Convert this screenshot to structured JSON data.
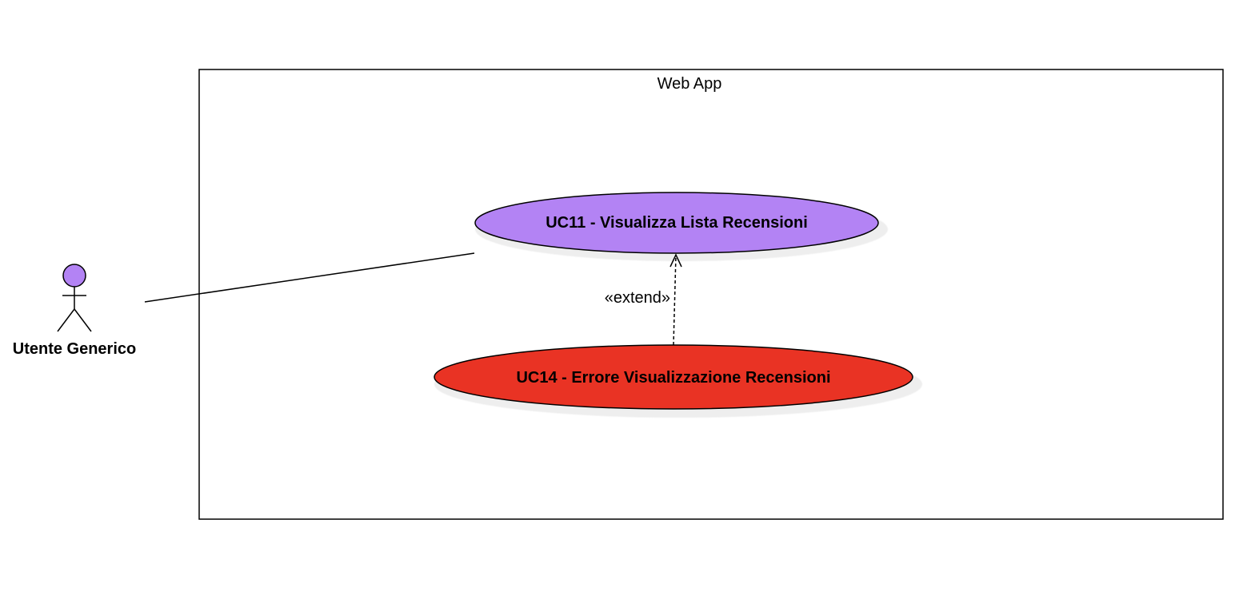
{
  "system": {
    "title": "Web App"
  },
  "actor": {
    "name": "Utente Generico",
    "color": "#B383F4"
  },
  "use_cases": [
    {
      "id": "uc11",
      "label": "UC11  - Visualizza Lista Recensioni",
      "color": "#B383F4"
    },
    {
      "id": "uc14",
      "label": "UC14 - Errore Visualizzazione Recensioni",
      "color": "#E93324"
    }
  ],
  "relations": {
    "extend_label": "«extend»"
  }
}
